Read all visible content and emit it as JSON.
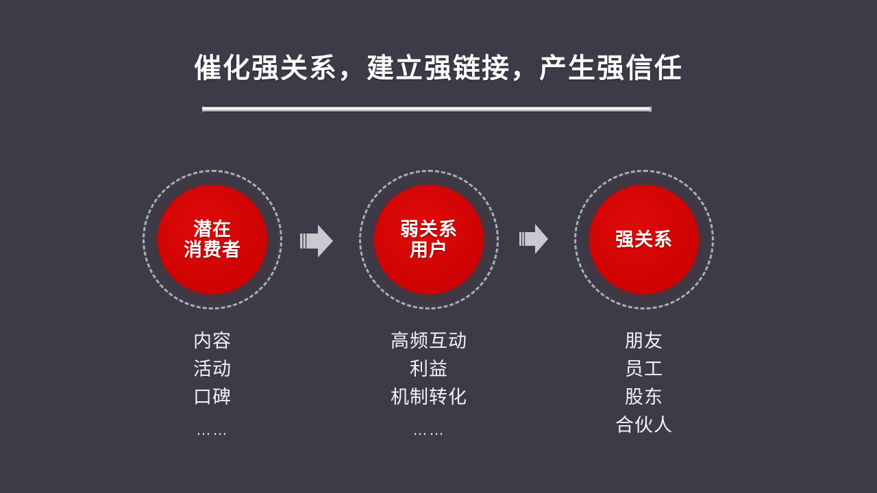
{
  "slide": {
    "background_color": "#3c3b47",
    "accent_color": "#cc0000",
    "title": "催化强关系，建立强链接，产生强信任"
  },
  "flow": {
    "nodes": [
      {
        "id": "potential-consumer",
        "label": "潜在\n消费者",
        "fill_color": "#cc0000"
      },
      {
        "id": "weak-tie-user",
        "label": "弱关系\n用户",
        "fill_color": "#cc0000"
      },
      {
        "id": "strong-tie",
        "label": "强关系",
        "fill_color": "#cc0000"
      }
    ],
    "arrows": [
      {
        "id": "arrow-1",
        "direction": "right",
        "color": "#c9c9cf"
      },
      {
        "id": "arrow-2",
        "direction": "right",
        "color": "#c9c9cf"
      }
    ]
  },
  "captions": [
    {
      "id": "caption-potential-consumer",
      "lines": [
        "内容",
        "活动",
        "口碑"
      ],
      "ellipsis": "……"
    },
    {
      "id": "caption-weak-tie-user",
      "lines": [
        "高频互动",
        "利益",
        "机制转化"
      ],
      "ellipsis": "……"
    },
    {
      "id": "caption-strong-tie",
      "lines": [
        "朋友",
        "员工",
        "股东",
        "合伙人"
      ],
      "ellipsis": ""
    }
  ]
}
